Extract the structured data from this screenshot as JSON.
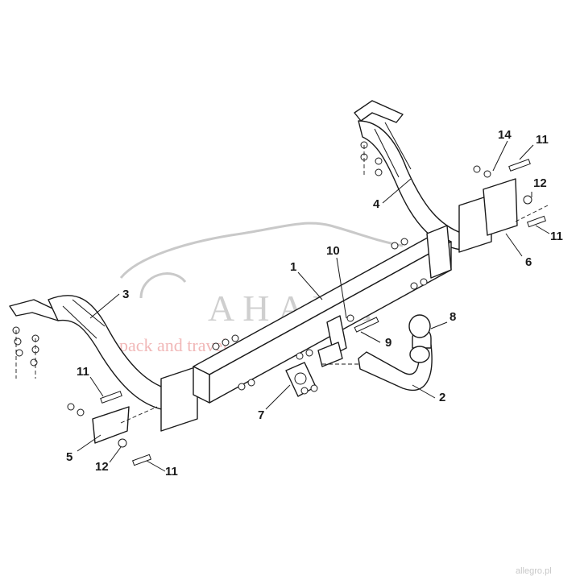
{
  "watermark": {
    "brand": "AHAKA",
    "tagline": "pack and travel",
    "credit": "allegro.pl"
  },
  "callouts": [
    {
      "id": "c1",
      "label": "1"
    },
    {
      "id": "c2",
      "label": "2"
    },
    {
      "id": "c3",
      "label": "3"
    },
    {
      "id": "c4",
      "label": "4"
    },
    {
      "id": "c5",
      "label": "5"
    },
    {
      "id": "c6",
      "label": "6"
    },
    {
      "id": "c7",
      "label": "7"
    },
    {
      "id": "c8",
      "label": "8"
    },
    {
      "id": "c9",
      "label": "9"
    },
    {
      "id": "c10",
      "label": "10"
    },
    {
      "id": "c11a",
      "label": "11"
    },
    {
      "id": "c11b",
      "label": "11"
    },
    {
      "id": "c11c",
      "label": "11"
    },
    {
      "id": "c11d",
      "label": "11"
    },
    {
      "id": "c12a",
      "label": "12"
    },
    {
      "id": "c12b",
      "label": "12"
    },
    {
      "id": "c14",
      "label": "14"
    }
  ]
}
